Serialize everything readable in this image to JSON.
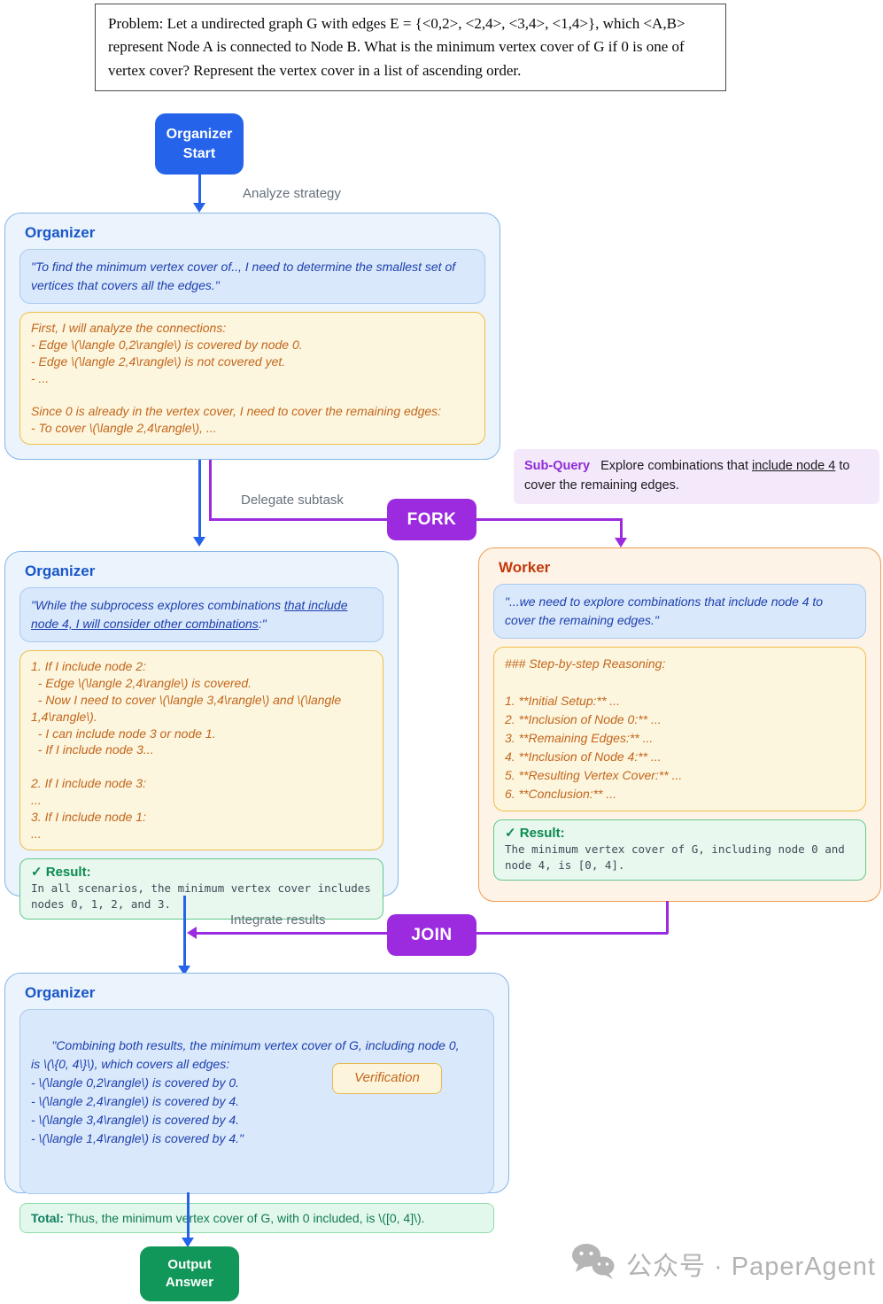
{
  "problem": {
    "text": "Problem: Let a undirected graph G with edges E = {<0,2>, <2,4>, <3,4>, <1,4>}, which <A,B> represent Node A is connected to Node B. What is the minimum vertex cover of G if 0 is one of vertex cover? Represent the vertex cover in a list of ascending order."
  },
  "nodes": {
    "start_label": "Organizer Start",
    "output_label": "Output Answer"
  },
  "gateways": {
    "fork": "FORK",
    "join": "JOIN"
  },
  "edges": {
    "analyze": "Analyze strategy",
    "delegate": "Delegate subtask",
    "integrate": "Integrate results"
  },
  "subquery": {
    "label": "Sub-Query",
    "text_pre": "Explore combinations that ",
    "text_underline": "include node 4",
    "text_post": " to cover the remaining edges."
  },
  "organizer1": {
    "title": "Organizer",
    "quote": "\"To find the minimum vertex cover of.., I need to determine the smallest set of vertices that covers all the edges.\"",
    "thought_lines": [
      "First, I will analyze the connections:",
      "- Edge \\(\\langle 0,2\\rangle\\) is covered by node 0.",
      "- Edge \\(\\langle 2,4\\rangle\\) is not covered yet.",
      "- ...",
      "",
      "Since 0 is already in the vertex cover, I need to cover the remaining edges:",
      "- To cover \\(\\langle 2,4\\rangle\\), ..."
    ]
  },
  "organizer2": {
    "title": "Organizer",
    "quote_pre": "\"While the subprocess explores combinations ",
    "quote_underline": "that include node 4, I will consider other combinations",
    "quote_post": ":\"",
    "thought_lines": [
      "1. If I include node 2:",
      "  - Edge \\(\\langle 2,4\\rangle\\) is covered.",
      "  - Now I need to cover \\(\\langle 3,4\\rangle\\) and \\(\\langle 1,4\\rangle\\).",
      "  - I can include node 3 or node 1.",
      "  - If I include node 3...",
      "",
      "2. If I include node 3:",
      "...",
      "3. If I include node 1:",
      "..."
    ],
    "result_label": "✓ Result:",
    "result_text": "In all scenarios, the minimum vertex cover includes nodes 0, 1, 2, and 3."
  },
  "worker": {
    "title": "Worker",
    "quote": "\"...we need to explore combinations that include node 4 to cover the remaining edges.\"",
    "thought_lines": [
      "### Step-by-step Reasoning:",
      "",
      "1. **Initial Setup:** ...",
      "2. **Inclusion of Node 0:** ...",
      "3. **Remaining Edges:** ...",
      "4. **Inclusion of Node 4:** ...",
      "5. **Resulting Vertex Cover:** ...",
      "6. **Conclusion:** ..."
    ],
    "result_label": "✓ Result:",
    "result_text": "The minimum vertex cover of G, including node 0 and node 4, is [0, 4]."
  },
  "organizer3": {
    "title": "Organizer",
    "quote_lines": [
      "\"Combining both results, the minimum vertex cover of G, including node 0,",
      "is \\(\\{0, 4\\}\\), which covers all edges:",
      "- \\(\\langle 0,2\\rangle\\) is covered by 0.",
      "- \\(\\langle 2,4\\rangle\\) is covered by 4.",
      "- \\(\\langle 3,4\\rangle\\) is covered by 4.",
      "- \\(\\langle 1,4\\rangle\\) is covered by 4.\""
    ],
    "verification_label": "Verification",
    "total_label": "Total:",
    "total_text": " Thus, the minimum vertex cover of G, with 0 included, is \\([0, 4]\\)."
  },
  "watermark": {
    "icon": "wechat-icon",
    "text": "公众号 · PaperAgent"
  },
  "colors": {
    "accent_blue": "#2563EB",
    "purple": "#9C2BE0",
    "organizer_title": "#1956C8",
    "worker_title": "#C23A0C",
    "result_green": "#0A8A50",
    "total_green": "#117A53",
    "output_green": "#12975A"
  }
}
